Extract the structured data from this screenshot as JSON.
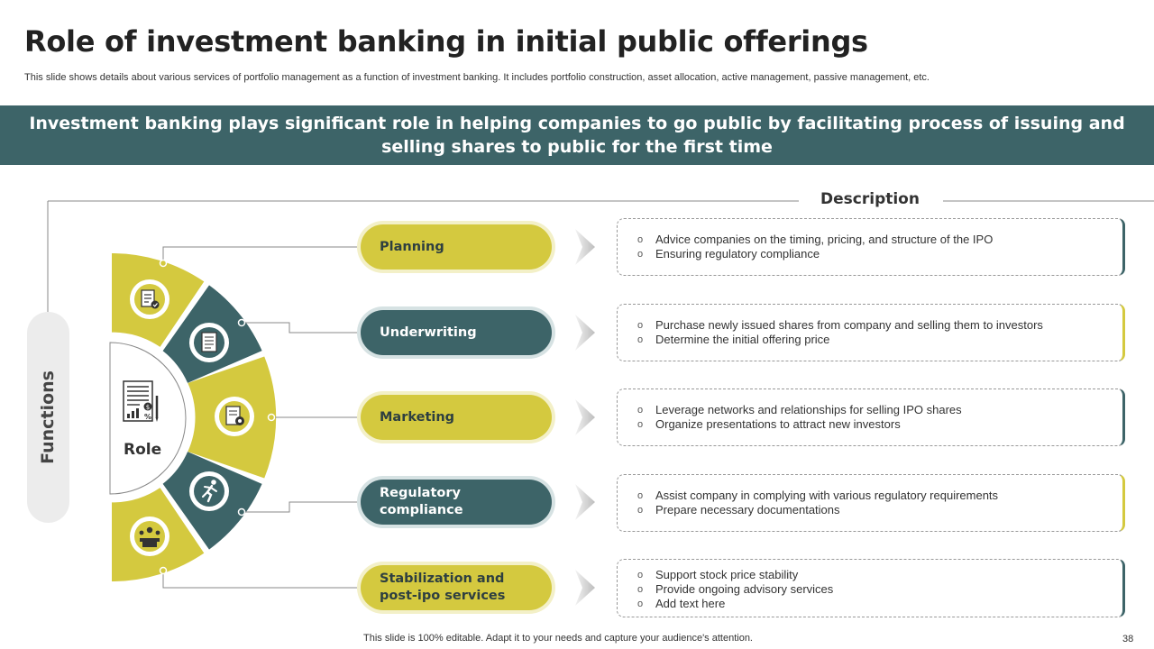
{
  "title": "Role of investment banking in initial public offerings",
  "subtitle": "This slide shows details about various services of portfolio management as a function of investment banking. It includes portfolio construction, asset allocation, active management, passive management, etc.",
  "banner": "Investment banking plays significant role in helping companies to go public by facilitating process of issuing and selling shares to public for the first time",
  "description_header": "Description",
  "functions_label": "Functions",
  "role_label": "Role",
  "functions": [
    {
      "label": "Planning",
      "icon": "checklist-icon",
      "points": [
        "Advice companies on the timing, pricing, and structure of the IPO",
        "Ensuring regulatory compliance"
      ]
    },
    {
      "label": "Underwriting",
      "icon": "document-icon",
      "points": [
        "Purchase newly issued shares from company and selling them to investors",
        "Determine the initial offering price"
      ]
    },
    {
      "label": "Marketing",
      "icon": "certificate-icon",
      "points": [
        "Leverage  networks and relationships for selling IPO shares",
        "Organize presentations to attract new investors"
      ]
    },
    {
      "label": "Regulatory compliance",
      "icon": "running-person-icon",
      "points": [
        "Assist company in complying with various  regulatory  requirements",
        "Prepare  necessary documentations"
      ]
    },
    {
      "label": "Stabilization and post-ipo services",
      "icon": "meeting-icon",
      "points": [
        "Support stock price stability",
        "Provide  ongoing advisory  services",
        "Add text here"
      ]
    }
  ],
  "footer": "This slide is 100% editable. Adapt it to your needs and capture your audience's attention.",
  "page_number": "38",
  "colors": {
    "olive": "#d4c93f",
    "teal": "#3d6468",
    "light_gray": "#ececec"
  }
}
